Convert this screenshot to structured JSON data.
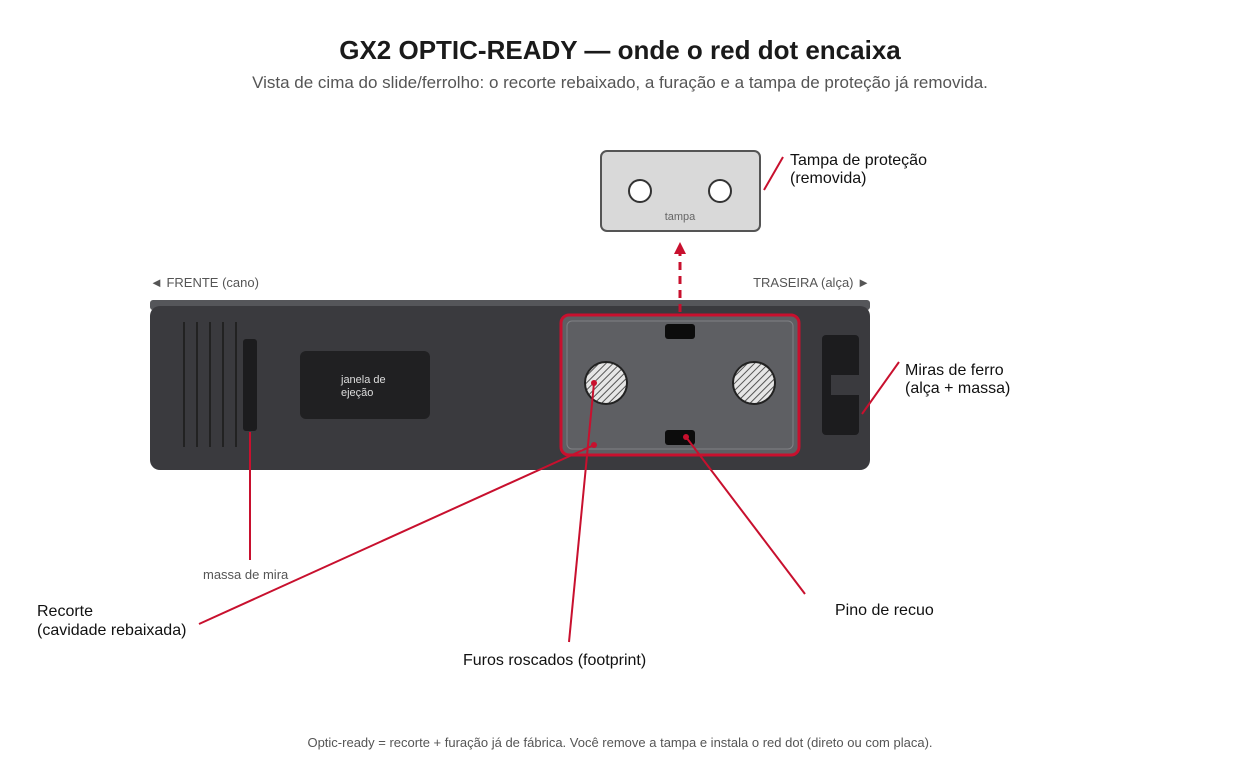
{
  "header": {
    "title": "GX2 OPTIC-READY — onde o red dot encaixa",
    "subtitle": "Vista de cima do slide/ferrolho: o recorte rebaixado, a furação e a tampa de proteção já removida."
  },
  "orientation": {
    "front": "◄ FRENTE (cano)",
    "rear": "TRASEIRA (alça) ►"
  },
  "slide": {
    "ejection_window_line1": "janela de",
    "ejection_window_line2": "ejeção"
  },
  "cover_plate": {
    "label": "tampa"
  },
  "callouts": {
    "cover_line1": "Tampa de proteção",
    "cover_line2": "(removida)",
    "iron_sights_line1": "Miras de ferro",
    "iron_sights_line2": "(alça + massa)",
    "front_sight": "massa de mira",
    "cutout_line1": "Recorte",
    "cutout_line2": "(cavidade rebaixada)",
    "threaded_holes": "Furos roscados (footprint)",
    "recoil_pin": "Pino de recuo"
  },
  "footer": {
    "note": "Optic-ready = recorte + furação já de fábrica. Você remove a tampa e instala o red dot (direto ou com placa)."
  },
  "colors": {
    "accent": "#c8102e",
    "slide": "#3a3a3e",
    "cutout": "#5e5f63",
    "cover": "#d9d9d9"
  }
}
